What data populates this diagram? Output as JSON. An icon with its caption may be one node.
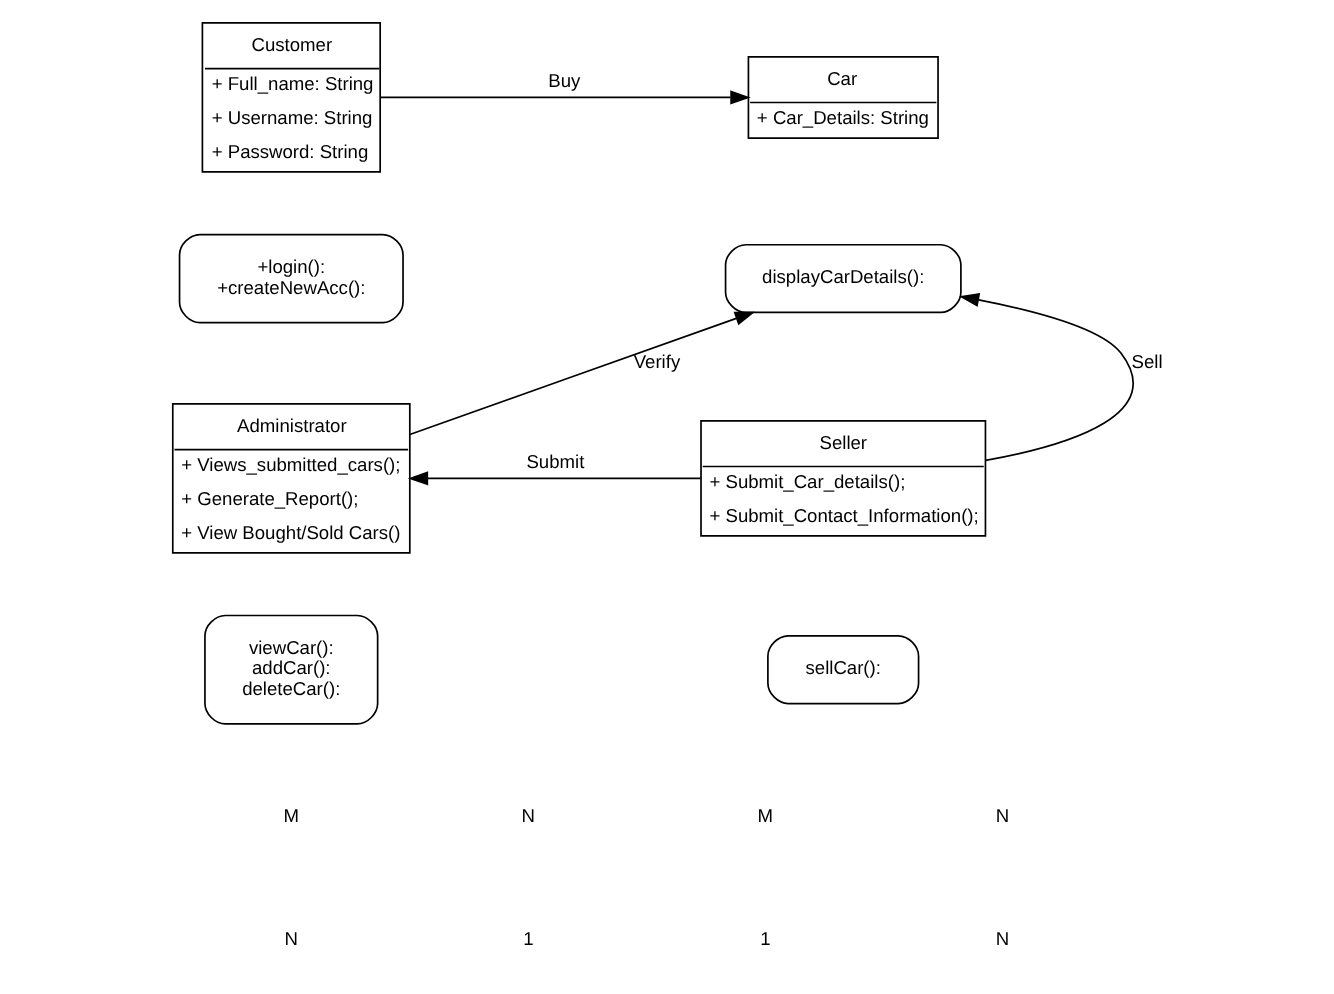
{
  "diagram": {
    "nodes": [
      {
        "text": [
          "Customer",
          "+ Full_name: String",
          "+ Username: String",
          "+ Password: String"
        ]
      },
      {
        "text": [
          "+login():",
          "+createNewAcc():"
        ]
      },
      {
        "text": [
          "Car",
          "+ Car_Details: String"
        ]
      },
      {
        "text": [
          "displayCarDetails():"
        ]
      },
      {
        "text": [
          "Administrator",
          "+ Views_submitted_cars();",
          "+ Generate_Report();",
          "+ View Bought/Sold Cars()"
        ]
      },
      {
        "text": [
          "viewCar():",
          "addCar():",
          "deleteCar():"
        ]
      },
      {
        "text": [
          "Seller",
          "+ Submit_Car_details();",
          "+ Submit_Contact_Information();"
        ]
      },
      {
        "text": [
          "sellCar():"
        ]
      }
    ],
    "edges": [
      {
        "from": 0,
        "to": 2,
        "arrow": "to",
        "label": "Buy"
      },
      {
        "from": 4,
        "to": 3,
        "arrow": "to",
        "label": "Verify"
      },
      {
        "from": 6,
        "to": 3,
        "arrow": "to",
        "label": "Sell"
      },
      {
        "from": 6,
        "to": 4,
        "arrow": "to",
        "label": "Submit"
      }
    ],
    "labels": [
      "M",
      "N",
      "M",
      "N",
      "N",
      "1",
      "1",
      "N"
    ]
  }
}
